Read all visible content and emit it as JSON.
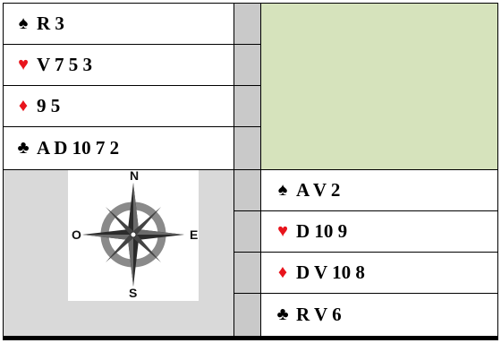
{
  "west": {
    "spades": {
      "suit_icon": "spade-icon",
      "symbol": "♠",
      "cards": "R 3"
    },
    "hearts": {
      "suit_icon": "heart-icon",
      "symbol": "♥",
      "cards": "V 7 5 3"
    },
    "diamonds": {
      "suit_icon": "diamond-icon",
      "symbol": "♦",
      "cards": "9 5"
    },
    "clubs": {
      "suit_icon": "club-icon",
      "symbol": "♣",
      "cards": "A D 10 7 2"
    }
  },
  "east": {
    "spades": {
      "suit_icon": "spade-icon",
      "symbol": "♠",
      "cards": "A V 2"
    },
    "hearts": {
      "suit_icon": "heart-icon",
      "symbol": "♥",
      "cards": "D 10 9"
    },
    "diamonds": {
      "suit_icon": "diamond-icon",
      "symbol": "♦",
      "cards": "D V 10 8"
    },
    "clubs": {
      "suit_icon": "club-icon",
      "symbol": "♣",
      "cards": "R V 6"
    }
  },
  "compass": {
    "north": "N",
    "south": "S",
    "east": "E",
    "west": "O",
    "icon": "compass-rose-icon"
  },
  "colors": {
    "red_suit": "#e8141c",
    "black_suit": "#000000",
    "strip": "#c9c9c9",
    "green_panel": "#d6e3bc",
    "compass_bg": "#d9d9d9"
  }
}
